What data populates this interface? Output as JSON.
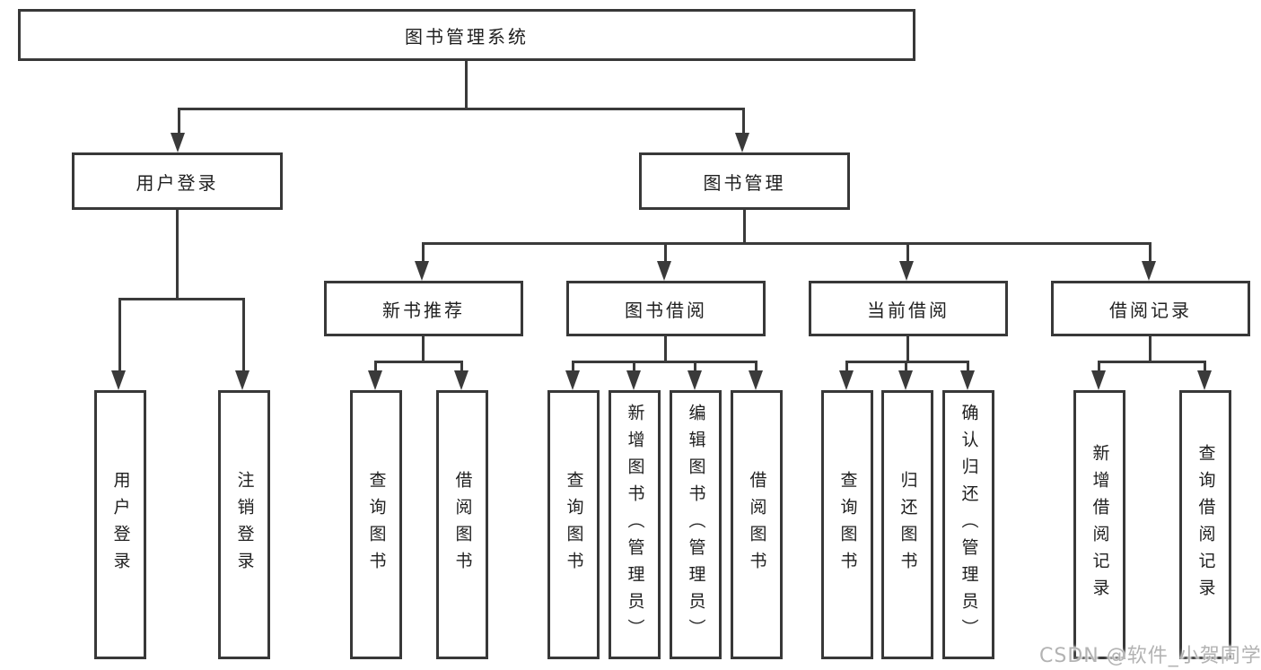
{
  "tree": {
    "root": "图书管理系统",
    "branches": [
      {
        "label": "用户登录",
        "children": [
          "用户登录",
          "注销登录"
        ]
      },
      {
        "label": "图书管理",
        "children": [
          {
            "label": "新书推荐",
            "children": [
              "查询图书",
              "借阅图书"
            ]
          },
          {
            "label": "图书借阅",
            "children": [
              "查询图书",
              "新增图书（管理员）",
              "编辑图书（管理员）",
              "借阅图书"
            ]
          },
          {
            "label": "当前借阅",
            "children": [
              "查询图书",
              "归还图书",
              "确认归还（管理员）"
            ]
          },
          {
            "label": "借阅记录",
            "children": [
              "新增借阅记录",
              "查询借阅记录"
            ]
          }
        ]
      }
    ]
  },
  "watermark": "CSDN @软件_小贺同学",
  "colors": {
    "line": "#3a3a3a",
    "box_border": "#383838",
    "text": "#1f1f1f",
    "watermark": "#b3b3b3",
    "background": "#ffffff"
  }
}
